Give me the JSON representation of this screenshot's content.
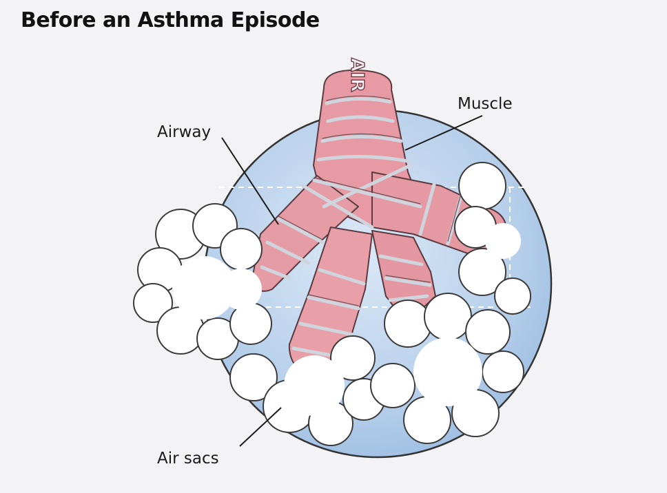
{
  "title": "Before an Asthma Episode",
  "labels": {
    "airway": "Airway",
    "muscle": "Muscle",
    "air_sacs": "Air sacs",
    "air": "AIR"
  },
  "colors": {
    "background": "#f3f3f5",
    "circle_fill": "#b9d3ec",
    "airway_fill": "#e8a3ab",
    "muscle_band": "#cfd3dc",
    "air_sac_fill": "#ffffff",
    "outline": "#3a3a3a"
  }
}
